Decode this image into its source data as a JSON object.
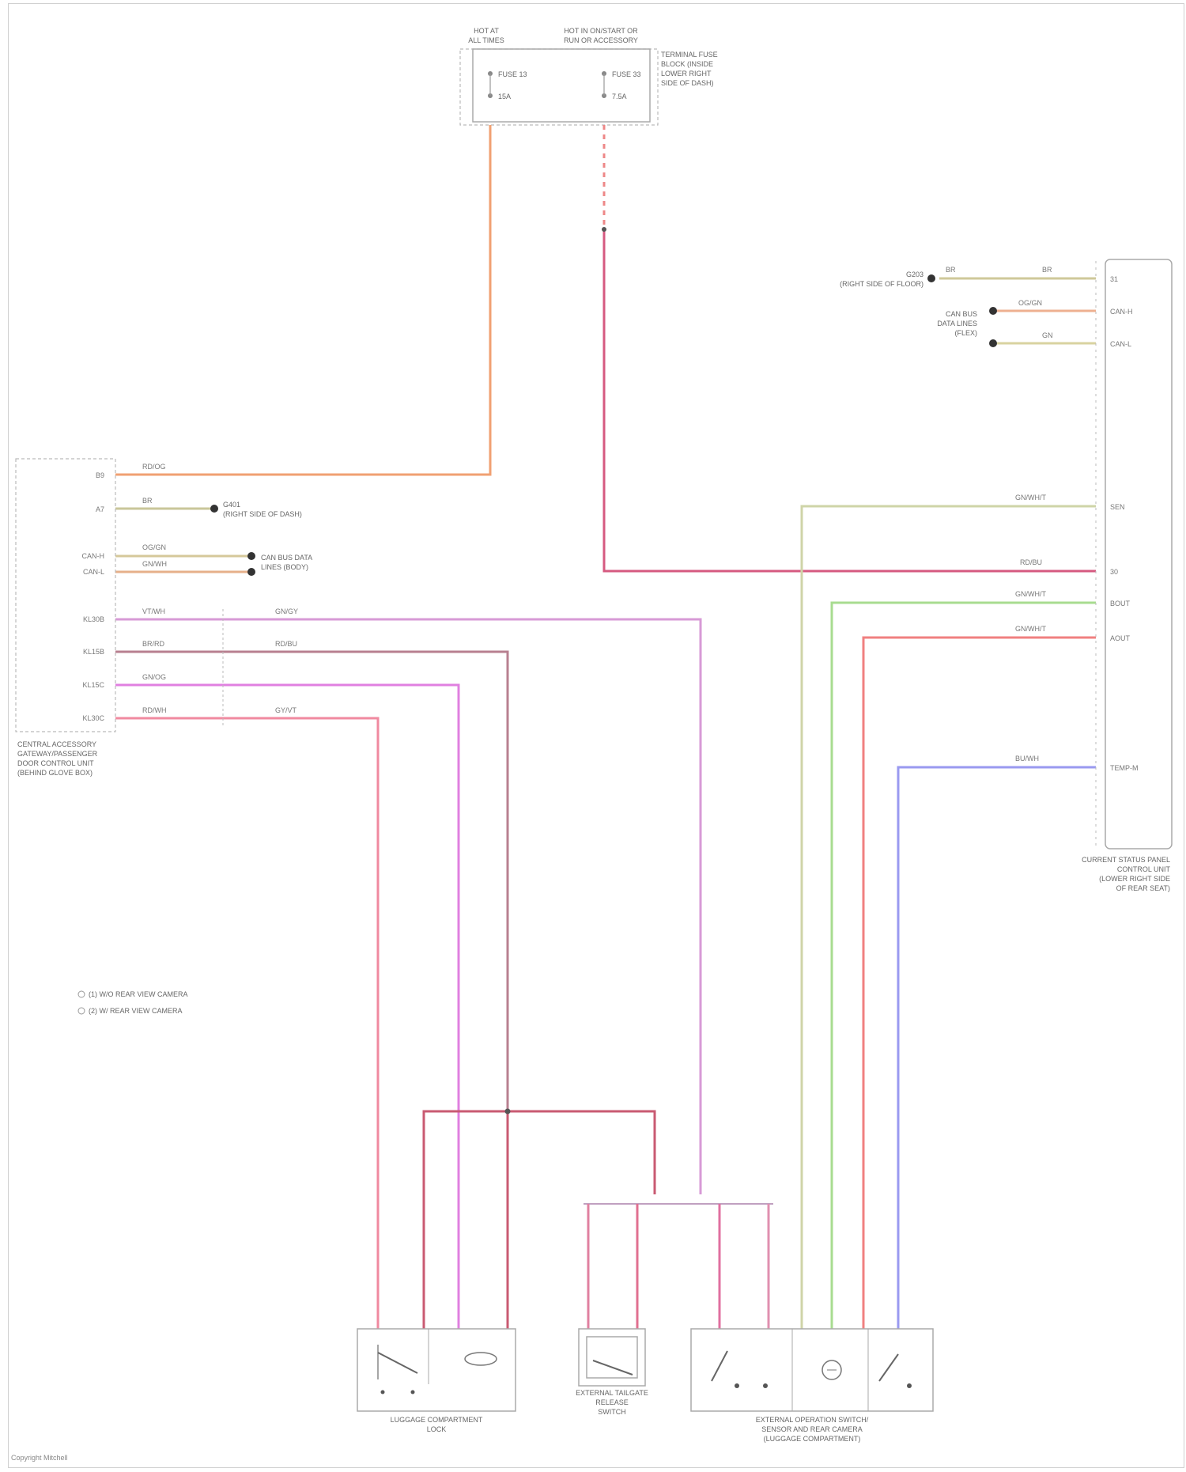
{
  "diagram": {
    "top_fuse_boxes": {
      "left_header": [
        "HOT AT",
        "ALL TIMES"
      ],
      "right_header": [
        "HOT IN ON/START OR",
        "RUN OR ACCESSORY"
      ],
      "left_fuse": [
        "FUSE 13",
        "15A"
      ],
      "right_fuse": [
        "FUSE 33",
        "7.5A"
      ],
      "title": [
        "TERMINAL FUSE",
        "BLOCK (INSIDE",
        "LOWER RIGHT",
        "SIDE OF DASH)"
      ]
    },
    "left_module": {
      "title": [
        "CENTRAL ACCESSORY",
        "GATEWAY/PASSENGER",
        "DOOR CONTROL UNIT",
        "(BEHIND GLOVE BOX)"
      ],
      "pin_labels": [
        "B9",
        "A7",
        "CAN-H",
        "CAN-L",
        "KL30B",
        "KL15B",
        "KL15C",
        "KL30C"
      ],
      "ground_label": [
        "G401",
        "(RIGHT SIDE OF DASH)"
      ],
      "can_label": [
        "CAN BUS DATA",
        "LINES (BODY)"
      ],
      "wire_codes": [
        "RD/OG",
        "BR",
        "OG/GN",
        "GN/WH",
        "VT/WH",
        "BR/RD",
        "GN/OG",
        "RD/WH",
        "GN/GY",
        "RD/BU",
        "GY/VT"
      ]
    },
    "right_module": {
      "title": [
        "CURRENT STATUS PANEL",
        "CONTROL UNIT",
        "(LOWER RIGHT SIDE",
        "OF REAR SEAT)"
      ],
      "ground_label": [
        "G203",
        "(RIGHT SIDE OF FLOOR)"
      ],
      "can_label": [
        "CAN BUS",
        "DATA LINES",
        "(FLEX)"
      ],
      "pin_labels": [
        "31",
        "CAN-H",
        "CAN-L",
        "SEN",
        "30",
        "BOUT",
        "AOUT",
        "TEMP-M"
      ],
      "wire_codes": [
        "BR",
        "BR",
        "OG/GN",
        "GN",
        "GN/WH/T",
        "RD/BU",
        "GN/WH/T",
        "GN/WH/T",
        "BU/WH"
      ]
    },
    "legend": [
      "(1) W/O REAR VIEW CAMERA",
      "(2) W/ REAR VIEW CAMERA"
    ],
    "bottom_components": {
      "lock_unit": [
        "LUGGAGE COMPARTMENT",
        "LOCK"
      ],
      "release_switch": [
        "EXTERNAL TAILGATE",
        "RELEASE",
        "SWITCH"
      ],
      "sensor_module": [
        "EXTERNAL OPERATION SWITCH/",
        "SENSOR AND REAR CAMERA",
        "(LUGGAGE COMPARTMENT)"
      ]
    },
    "footer": "Copyright Mitchell"
  }
}
